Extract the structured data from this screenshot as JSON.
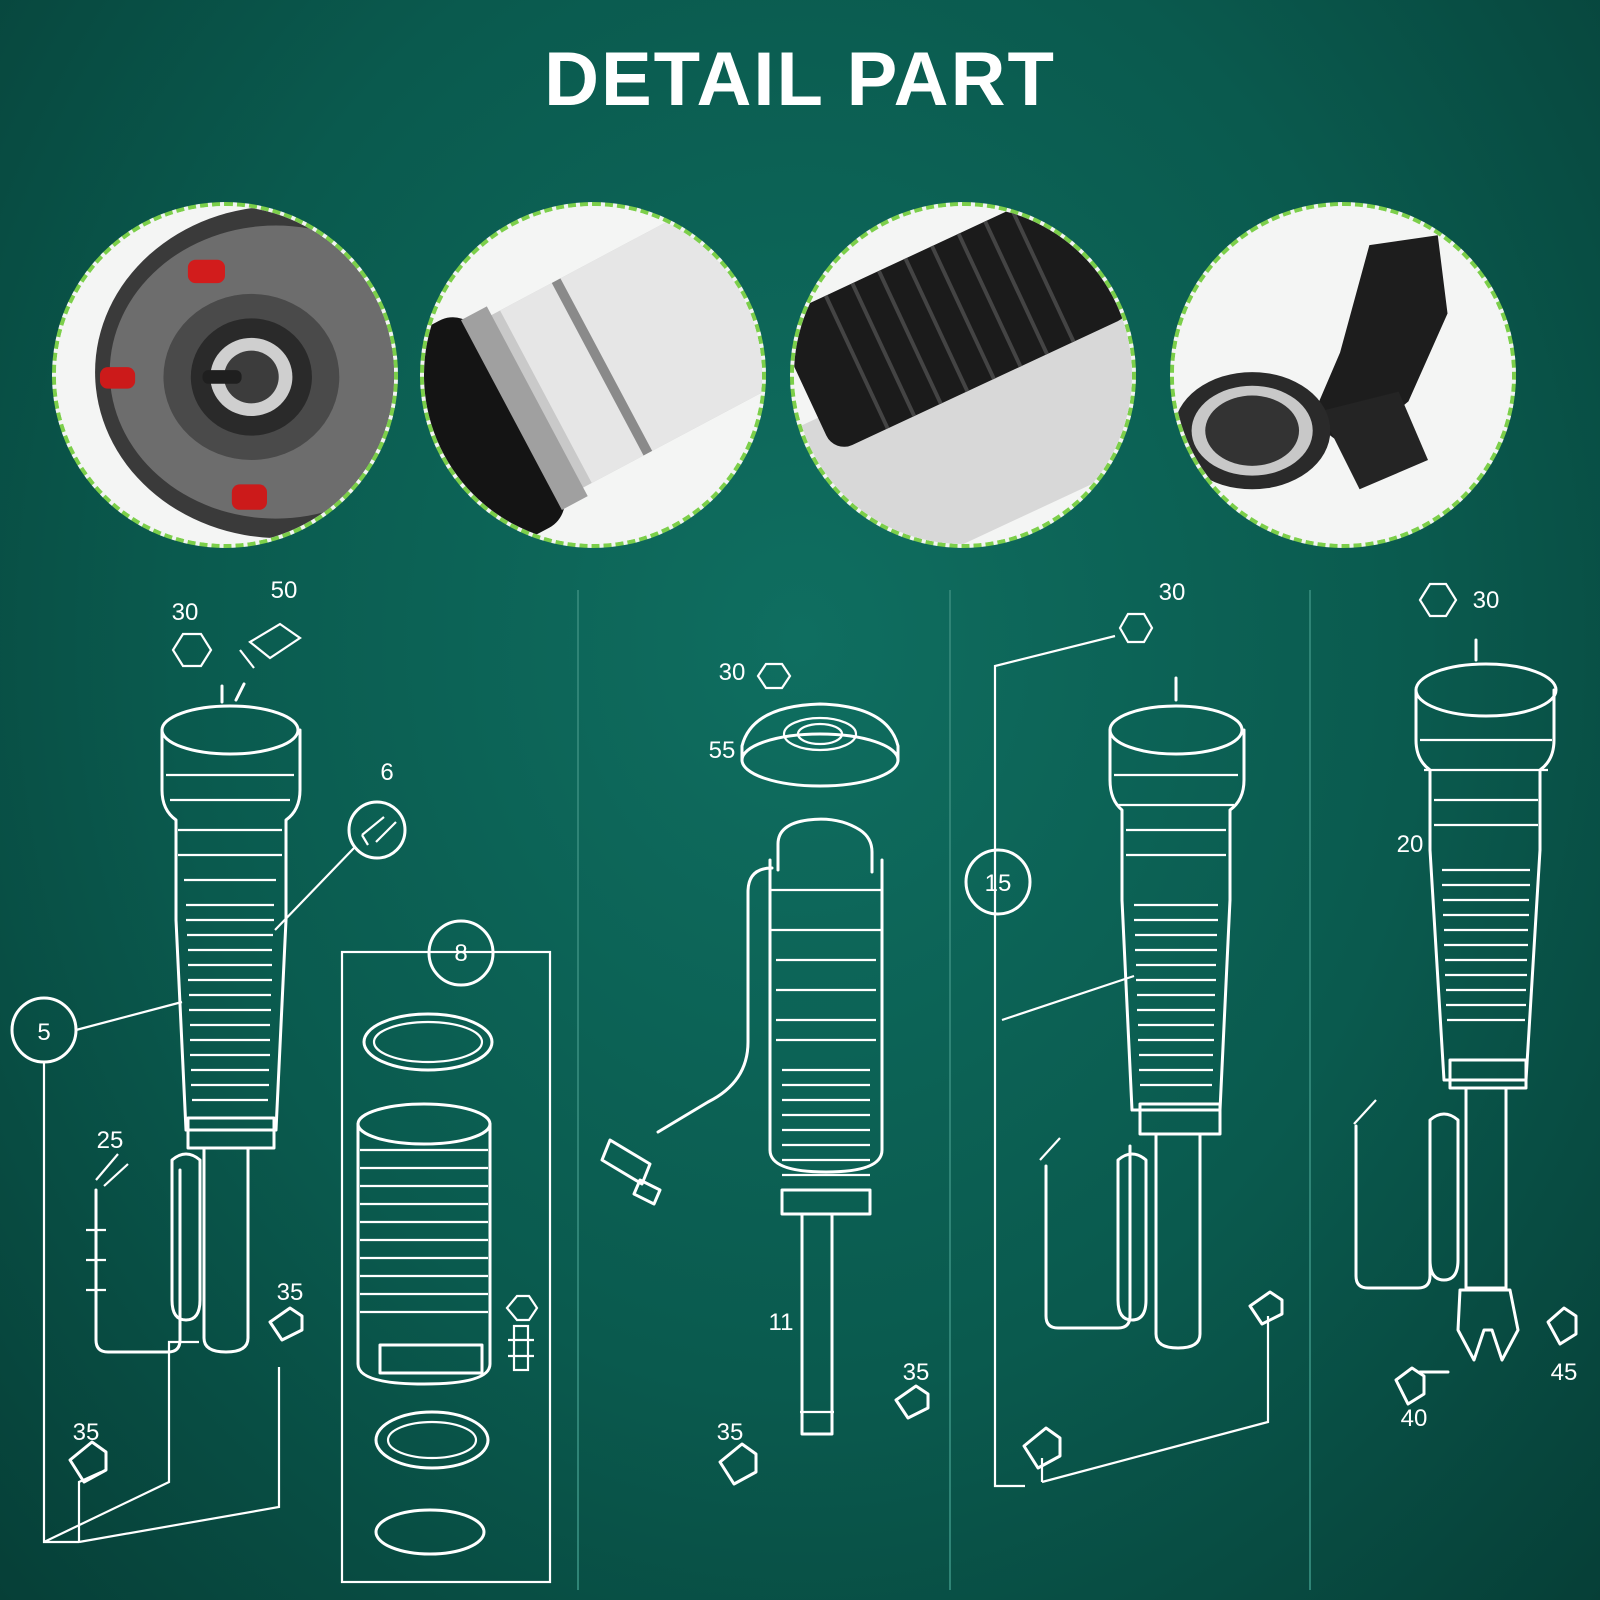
{
  "title": "DETAIL PART",
  "detail_views": [
    {
      "icon": "strut-top-mount-icon"
    },
    {
      "icon": "damper-tube-icon"
    },
    {
      "icon": "air-bellows-icon"
    },
    {
      "icon": "lower-fork-icon"
    }
  ],
  "callouts": {
    "c1_30": "30",
    "c1_50": "50",
    "c1_6": "6",
    "c1_5": "5",
    "c1_8": "8",
    "c1_25": "25",
    "c1_35a": "35",
    "c1_35b": "35",
    "c2_30": "30",
    "c2_55": "55",
    "c2_11": "11",
    "c2_35a": "35",
    "c2_35b": "35",
    "c3_30": "30",
    "c3_15": "15",
    "c4_30": "30",
    "c4_20": "20",
    "c4_40": "40",
    "c4_45": "45"
  },
  "colors": {
    "background": "#0a5a4e",
    "accent": "#7ccf4a",
    "line": "#ffffff"
  }
}
